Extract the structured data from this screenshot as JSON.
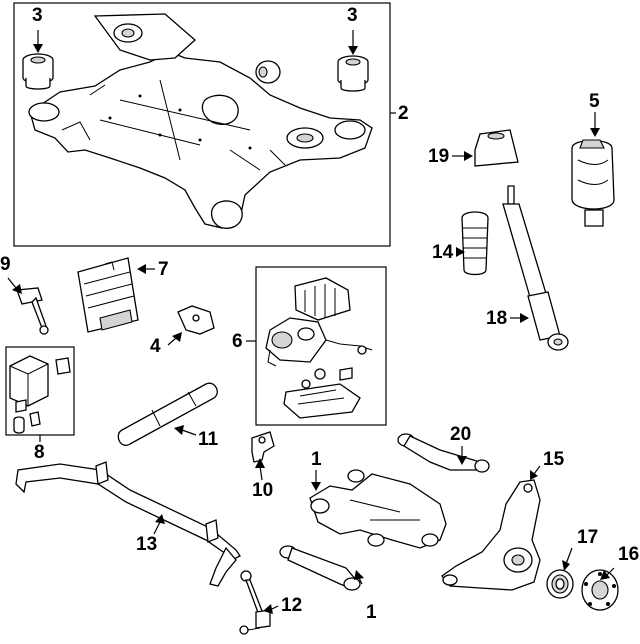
{
  "callouts": [
    {
      "id": "c1",
      "text": "3"
    },
    {
      "id": "c2",
      "text": "3"
    },
    {
      "id": "c3",
      "text": "2"
    },
    {
      "id": "c4",
      "text": "5"
    },
    {
      "id": "c5",
      "text": "19"
    },
    {
      "id": "c6",
      "text": "14"
    },
    {
      "id": "c7",
      "text": "18"
    },
    {
      "id": "c8",
      "text": "9"
    },
    {
      "id": "c9",
      "text": "7"
    },
    {
      "id": "c10",
      "text": "4"
    },
    {
      "id": "c11",
      "text": "6"
    },
    {
      "id": "c12",
      "text": "8"
    },
    {
      "id": "c13",
      "text": "11"
    },
    {
      "id": "c14",
      "text": "10"
    },
    {
      "id": "c15",
      "text": "1"
    },
    {
      "id": "c16",
      "text": "20"
    },
    {
      "id": "c17",
      "text": "15"
    },
    {
      "id": "c18",
      "text": "13"
    },
    {
      "id": "c19",
      "text": "17"
    },
    {
      "id": "c20",
      "text": "16"
    },
    {
      "id": "c21",
      "text": "12"
    },
    {
      "id": "c22",
      "text": "1"
    }
  ]
}
